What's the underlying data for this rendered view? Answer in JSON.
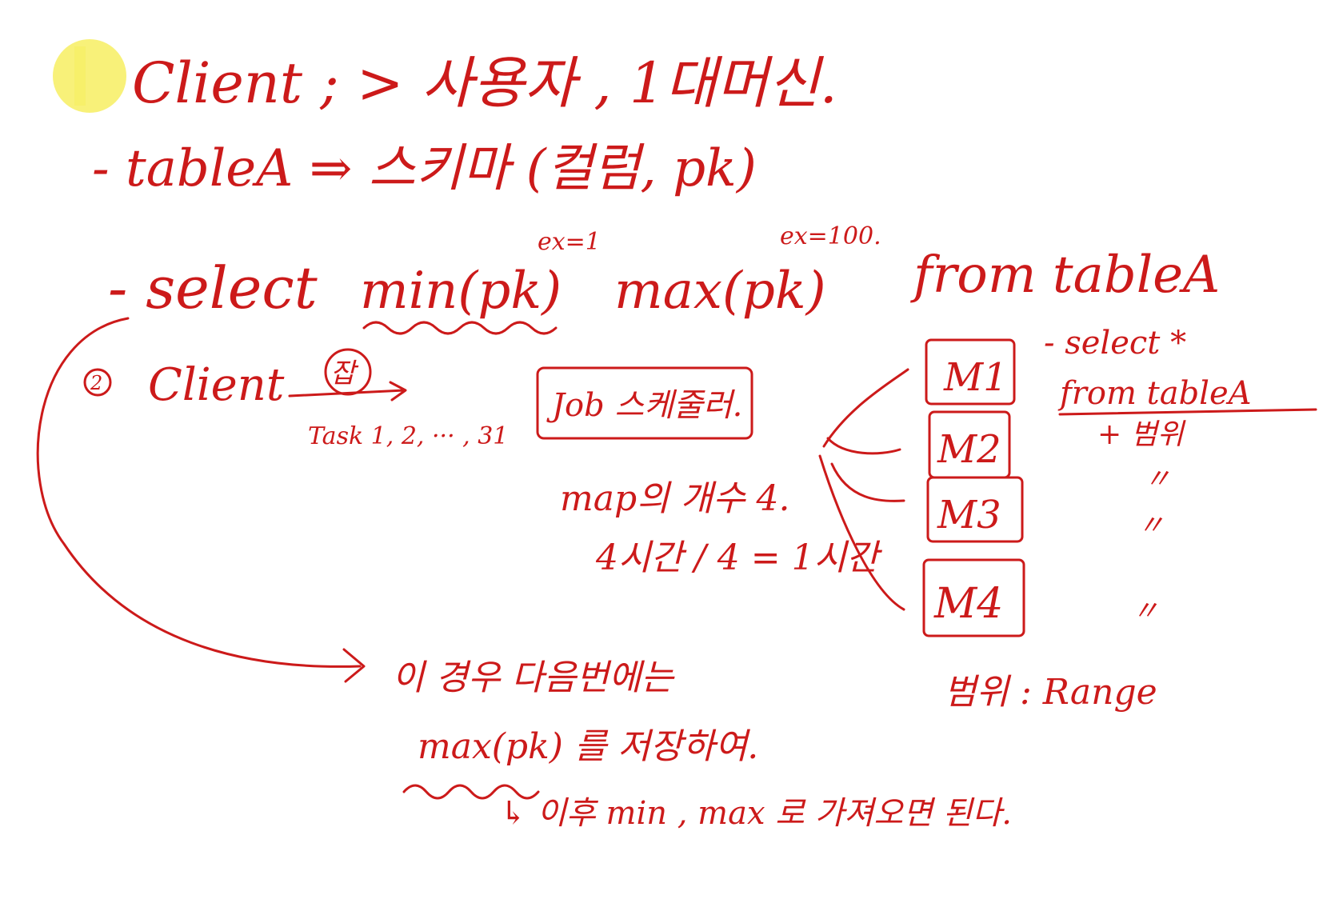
{
  "colors": {
    "ink": "#cc1a1a",
    "highlight": "#f7f06a",
    "background": "#ffffff"
  },
  "lines": {
    "l1": "Client ; > 사용자 , 1대머신.",
    "l2": "- tableA ⇒ 스키마 (컬럼, pk)",
    "l3_select": "- select",
    "l3_min": "min(pk)",
    "l3_max": "max(pk)",
    "l3_from": "from tableA",
    "ann_min": "ex=1",
    "ann_max": "ex=100.",
    "l4_client": "Client",
    "l4_circle": "잡",
    "l4_tasks": "Task 1, 2, ··· , 31",
    "job_box": "Job 스케줄러.",
    "map_count": "map의 개수 4.",
    "map_time": "4시간 / 4 = 1시간",
    "m1": "M1",
    "m2": "M2",
    "m3": "M3",
    "m4": "M4",
    "right_select": "- select *",
    "right_from": "from tableA",
    "right_range": "+ 범위",
    "ditto": "〃",
    "range_label": "범위 : Range",
    "bottom1": "이 경우 다음번에는",
    "bottom2": "max(pk) 를 저장하여.",
    "bottom3": "↳ 이후 min , max 로 가져오면 된다."
  }
}
